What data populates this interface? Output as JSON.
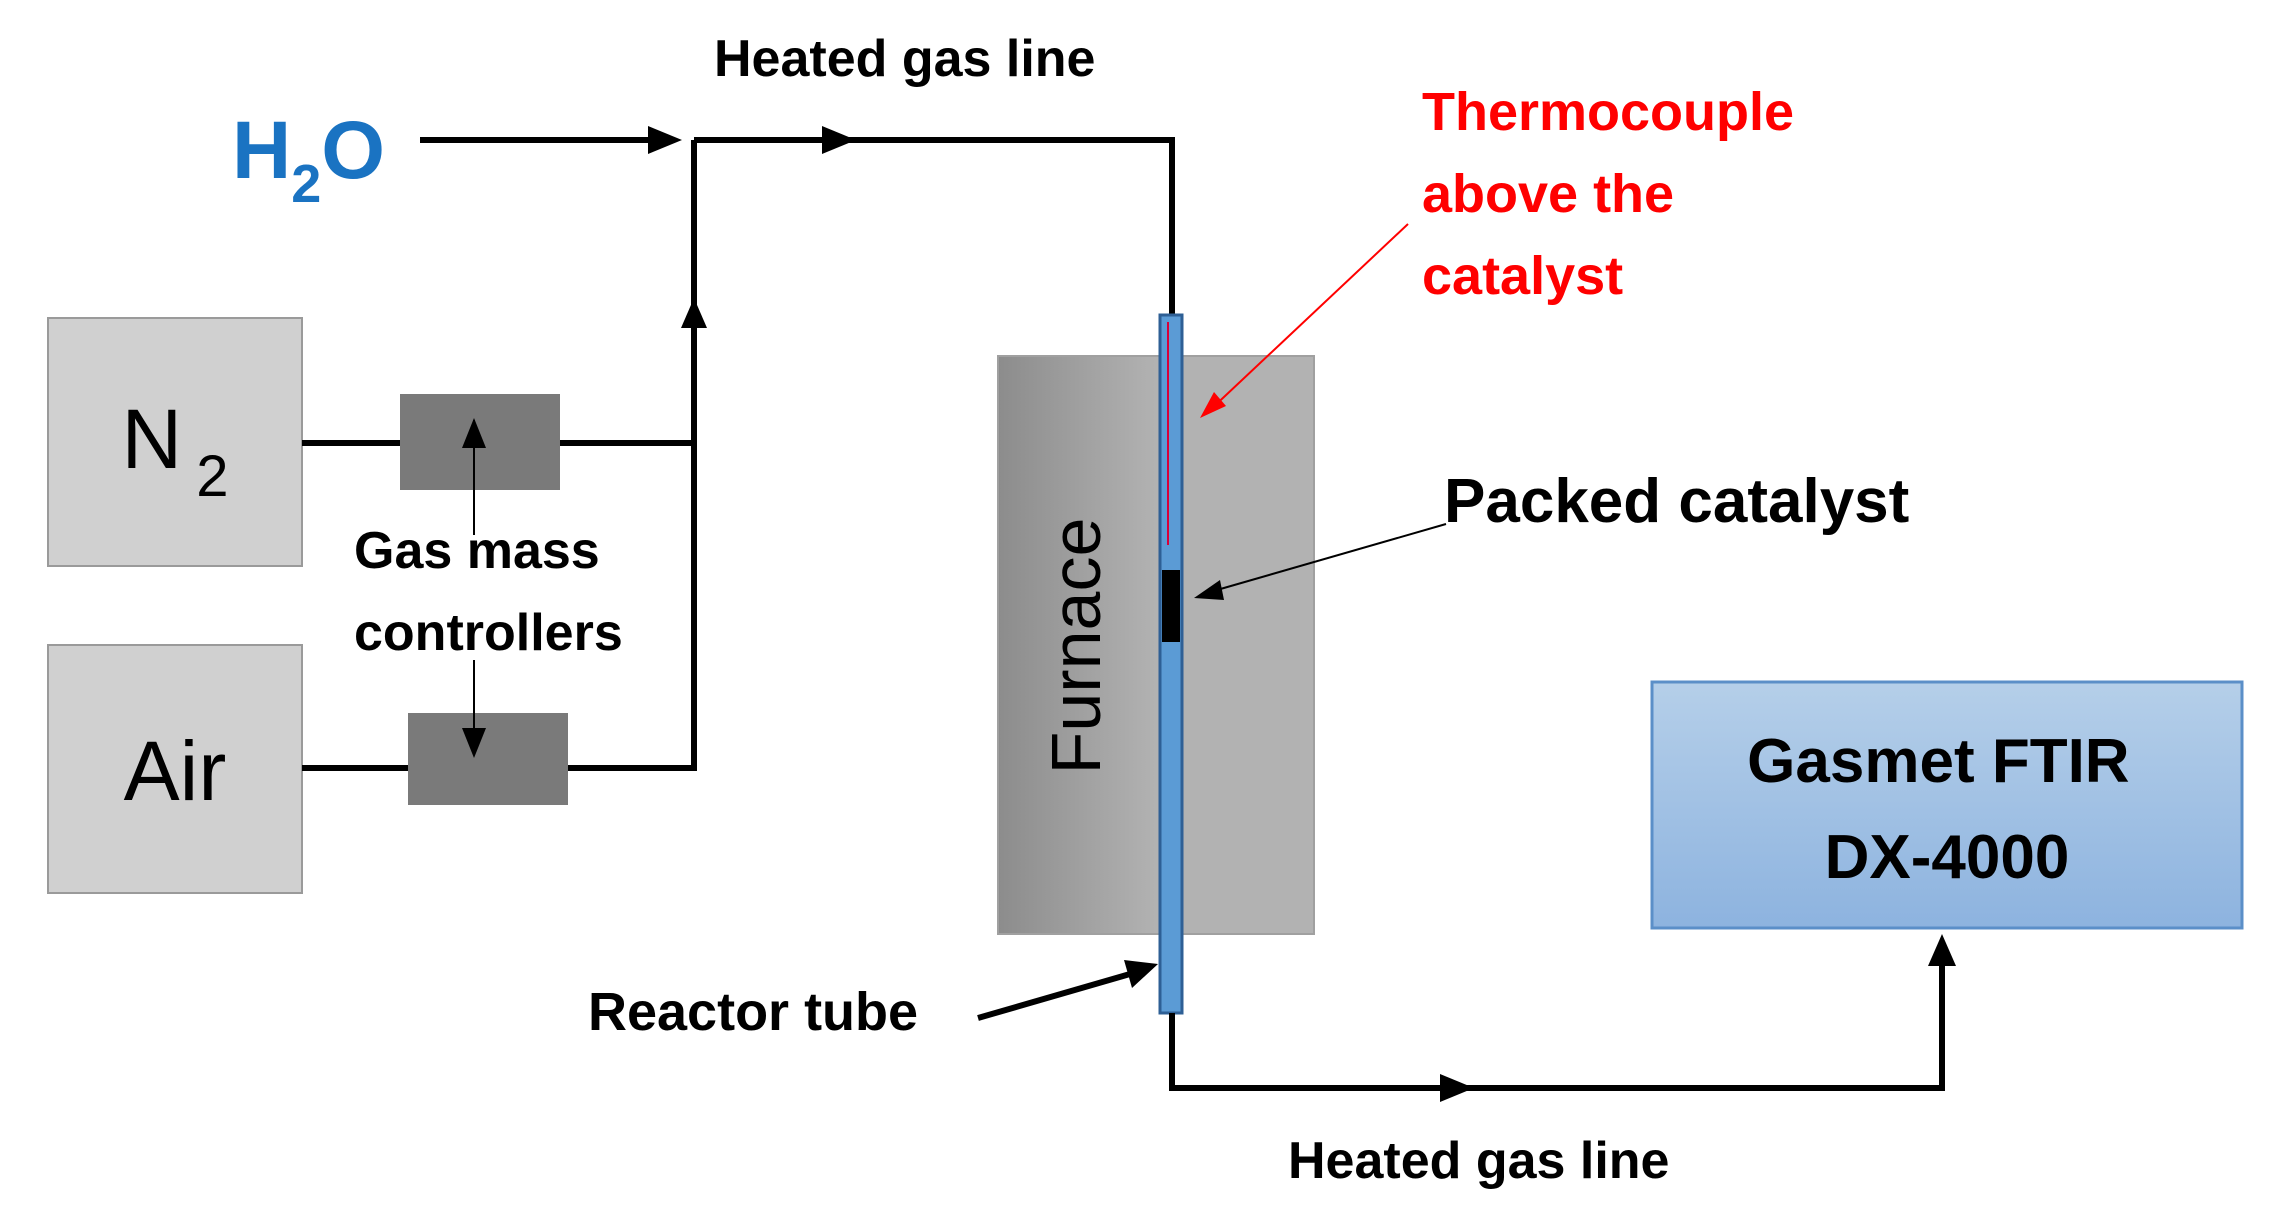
{
  "labels": {
    "water": "H",
    "water_sub": "2",
    "water_tail": "O",
    "heated_line_top": "Heated gas line",
    "heated_line_bottom": "Heated gas line",
    "thermocouple_line1": "Thermocouple",
    "thermocouple_line2": "above the",
    "thermocouple_line3": "catalyst",
    "n2": "N",
    "n2_sub": "2",
    "air": "Air",
    "gas_mass_line1": "Gas mass",
    "gas_mass_line2": "controllers",
    "furnace": "Furnace",
    "packed_catalyst": "Packed catalyst",
    "reactor_tube": "Reactor tube",
    "ftir_line1": "Gasmet FTIR",
    "ftir_line2": "DX-4000"
  },
  "colors": {
    "water_text": "#1a73c2",
    "thermocouple_text": "#ff0000",
    "thermocouple_wire": "#d8003a",
    "gas_source_fill": "#d0d0d0",
    "gas_source_stroke": "#9a9a9a",
    "controller_fill": "#7a7a7a",
    "furnace_light": "#b2b2b2",
    "furnace_dark": "#8c8c8c",
    "reactor_tube_fill": "#5b9bd5",
    "reactor_tube_stroke": "#2e5f95",
    "catalyst_fill": "#000000",
    "ftir_fill_top": "#b5cfe9",
    "ftir_fill_bottom": "#8db3df",
    "ftir_stroke": "#5b8fc8",
    "line": "#000000"
  }
}
